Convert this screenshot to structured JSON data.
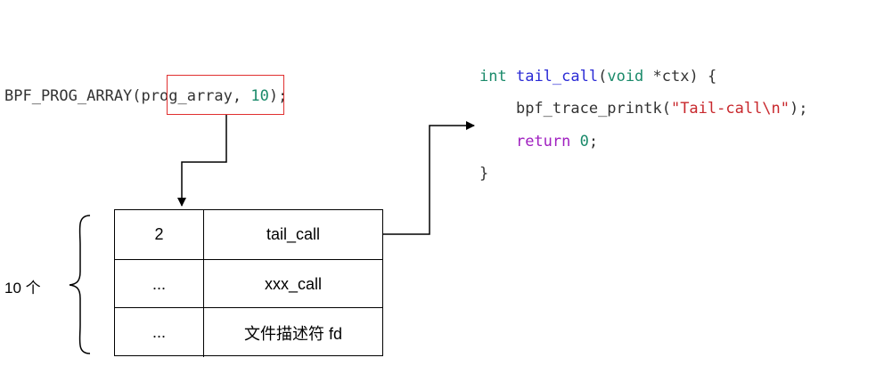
{
  "map_decl": {
    "prefix": "BPF_PROG_ARRAY(",
    "name": "prog_array",
    "sep": ", ",
    "size": "10",
    "suffix": ");"
  },
  "code": {
    "line1": {
      "kw": "int",
      "fn": "tail_call",
      "paren_open": "(",
      "type": "void",
      "rest": " *ctx) {"
    },
    "line2": {
      "indent": "    ",
      "call": "bpf_trace_printk(",
      "str": "\"Tail-call\\n\"",
      "end": ");"
    },
    "line3": {
      "indent": "    ",
      "kw": "return",
      "sp": " ",
      "num": "0",
      "end": ";"
    },
    "line4": {
      "brace": "}"
    }
  },
  "table": {
    "rows": [
      {
        "index": "2",
        "value": "tail_call"
      },
      {
        "index": "...",
        "value": "xxx_call"
      },
      {
        "index": "...",
        "value": "文件描述符 fd"
      }
    ]
  },
  "brace_label": "10 个",
  "colors": {
    "highlight_box": "#e03030",
    "keyword_green": "#1a8a6a",
    "function_blue": "#2b2bd6",
    "keyword_purple": "#a020c0",
    "string_red": "#c8282d"
  }
}
